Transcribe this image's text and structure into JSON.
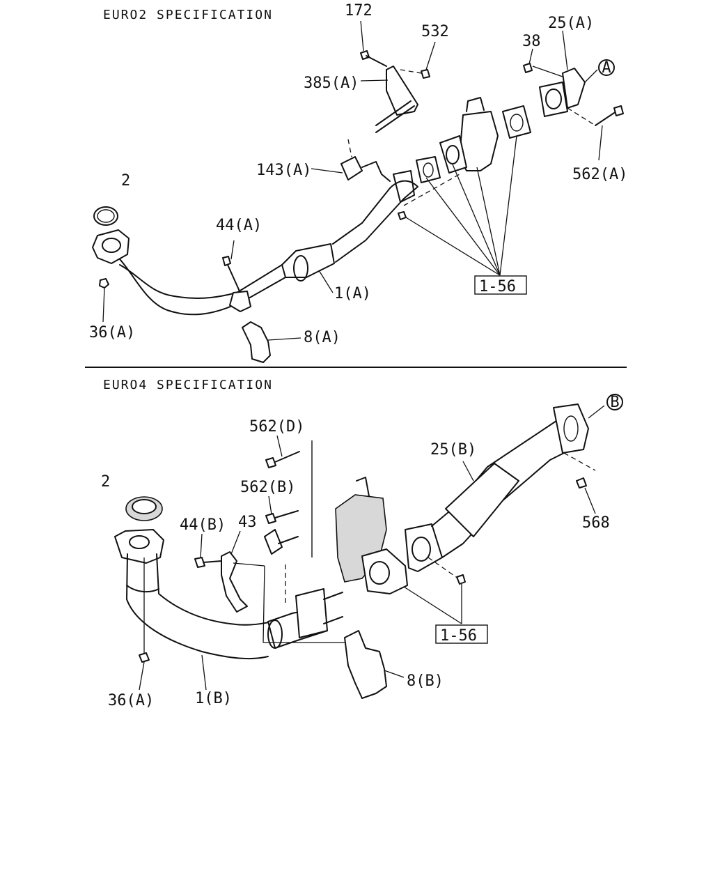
{
  "sections": {
    "euro2": "EURO2 SPECIFICATION",
    "euro4": "EURO4 SPECIFICATION"
  },
  "euro2": {
    "labels": {
      "p172": "172",
      "p532": "532",
      "p385a": "385(A)",
      "p38": "38",
      "p25a": "25(A)",
      "markA": "A",
      "p143a": "143(A)",
      "p562a": "562(A)",
      "p2": "2",
      "p44a": "44(A)",
      "p1a": "1(A)",
      "p36a": "36(A)",
      "p8a": "8(A)",
      "ref": "1-56"
    }
  },
  "euro4": {
    "labels": {
      "p562d": "562(D)",
      "markB": "B",
      "p25b": "25(B)",
      "p2": "2",
      "p562b": "562(B)",
      "p568": "568",
      "p44b": "44(B)",
      "p43": "43",
      "ref": "1-56",
      "p8b": "8(B)",
      "p36a": "36(A)",
      "p1b": "1(B)"
    }
  }
}
